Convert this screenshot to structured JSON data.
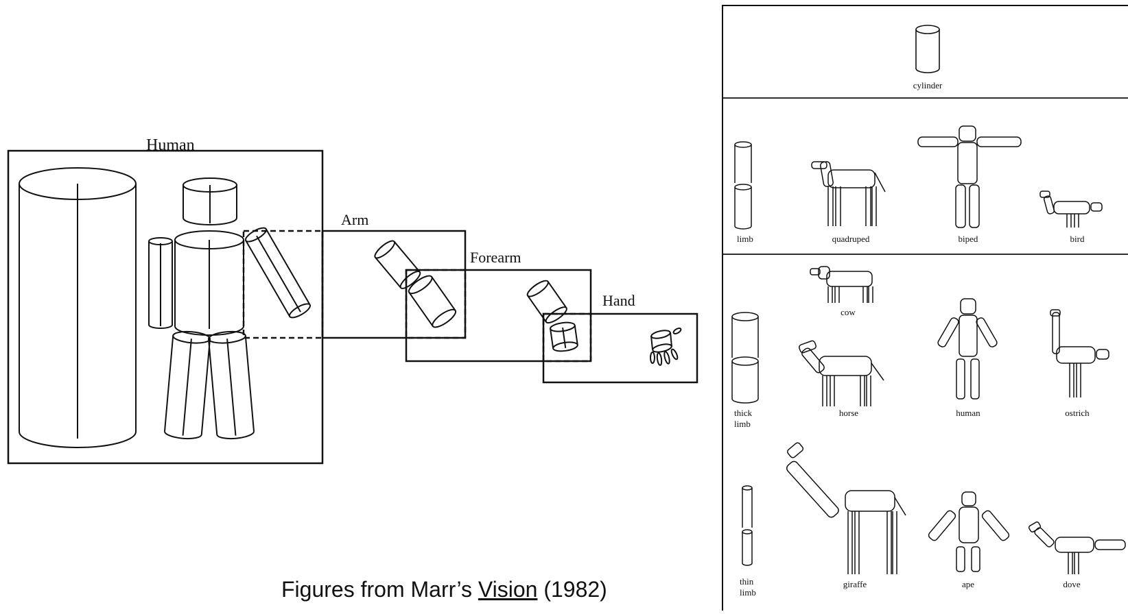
{
  "left_figure": {
    "labels": {
      "human": "Human",
      "arm": "Arm",
      "forearm": "Forearm",
      "hand": "Hand"
    }
  },
  "caption": {
    "prefix": "Figures from Marr’s ",
    "title": "Vision",
    "suffix": " (1982)"
  },
  "right_figure": {
    "row1": [
      "cylinder"
    ],
    "row2": [
      "limb",
      "quadruped",
      "biped",
      "bird"
    ],
    "row3": [
      "cow",
      "thick",
      "limb",
      "horse",
      "human",
      "ostrich"
    ],
    "row4": [
      "thin",
      "limb",
      "giraffe",
      "ape",
      "dove"
    ]
  }
}
